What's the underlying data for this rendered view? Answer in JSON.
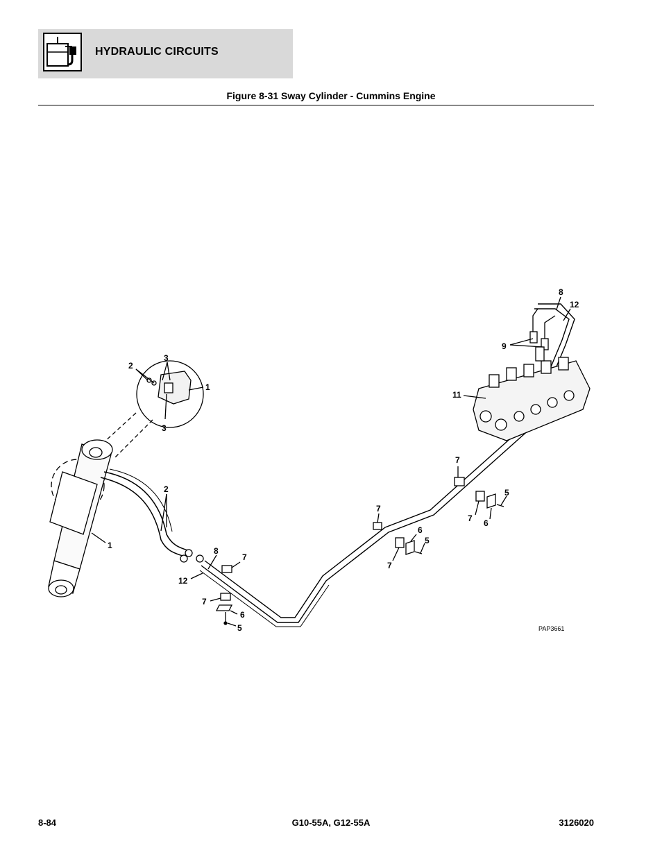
{
  "header": {
    "section_title": "HYDRAULIC CIRCUITS",
    "icon": "hydraulic-reservoir-icon"
  },
  "figure": {
    "title": "Figure 8-31 Sway Cylinder - Cummins Engine",
    "reference_code": "PAP3661",
    "callouts": {
      "c1_detail": "1",
      "c1_cyl": "1",
      "c2_detail": "2",
      "c2_hose": "2",
      "c3_top": "3",
      "c3_bottom": "3",
      "c5_a": "5",
      "c5_b": "5",
      "c5_c": "5",
      "c6_a": "6",
      "c6_b": "6",
      "c6_c": "6",
      "c7_a": "7",
      "c7_b": "7",
      "c7_c": "7",
      "c7_d": "7",
      "c7_e": "7",
      "c7_f": "7",
      "c8_a": "8",
      "c8_b": "8",
      "c9": "9",
      "c11": "11",
      "c12_a": "12",
      "c12_b": "12"
    }
  },
  "footer": {
    "page_number": "8-84",
    "model": "G10-55A, G12-55A",
    "doc_number": "3126020"
  }
}
